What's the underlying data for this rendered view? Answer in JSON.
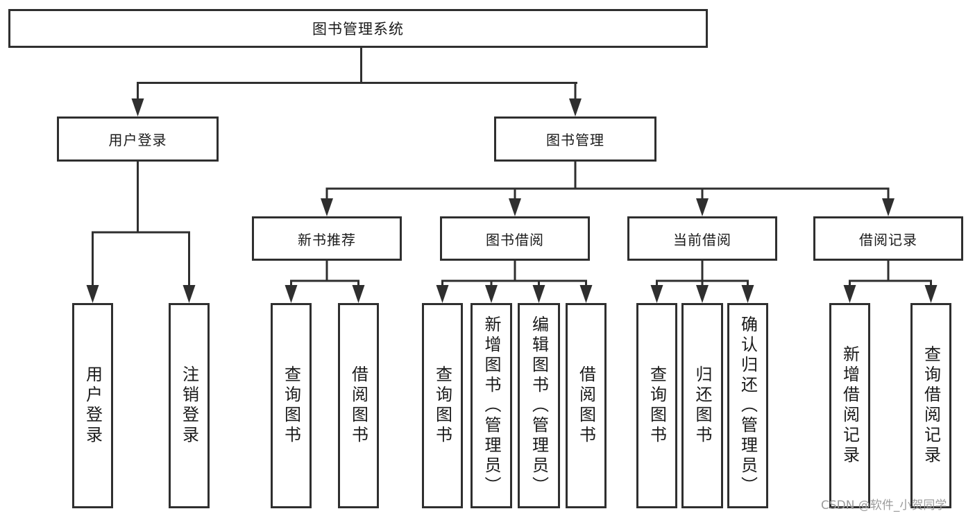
{
  "tree": {
    "root": {
      "label": "图书管理系统",
      "children": [
        {
          "label": "用户登录",
          "children": [
            {
              "label": "用户登录"
            },
            {
              "label": "注销登录"
            }
          ]
        },
        {
          "label": "图书管理",
          "children": [
            {
              "label": "新书推荐",
              "children": [
                {
                  "label": "查询图书"
                },
                {
                  "label": "借阅图书"
                }
              ]
            },
            {
              "label": "图书借阅",
              "children": [
                {
                  "label": "查询图书"
                },
                {
                  "label": "新增图书（管理员）"
                },
                {
                  "label": "编辑图书（管理员）"
                },
                {
                  "label": "借阅图书"
                }
              ]
            },
            {
              "label": "当前借阅",
              "children": [
                {
                  "label": "查询图书"
                },
                {
                  "label": "归还图书"
                },
                {
                  "label": "确认归还（管理员）"
                }
              ]
            },
            {
              "label": "借阅记录",
              "children": [
                {
                  "label": "新增借阅记录"
                },
                {
                  "label": "查询借阅记录"
                }
              ]
            }
          ]
        }
      ]
    }
  },
  "watermark": "CSDN @软件_小贺同学",
  "colors": {
    "line": "#2f2f2f",
    "text": "#1a1a1a",
    "watermark": "#9c9c9c",
    "background": "#ffffff"
  }
}
